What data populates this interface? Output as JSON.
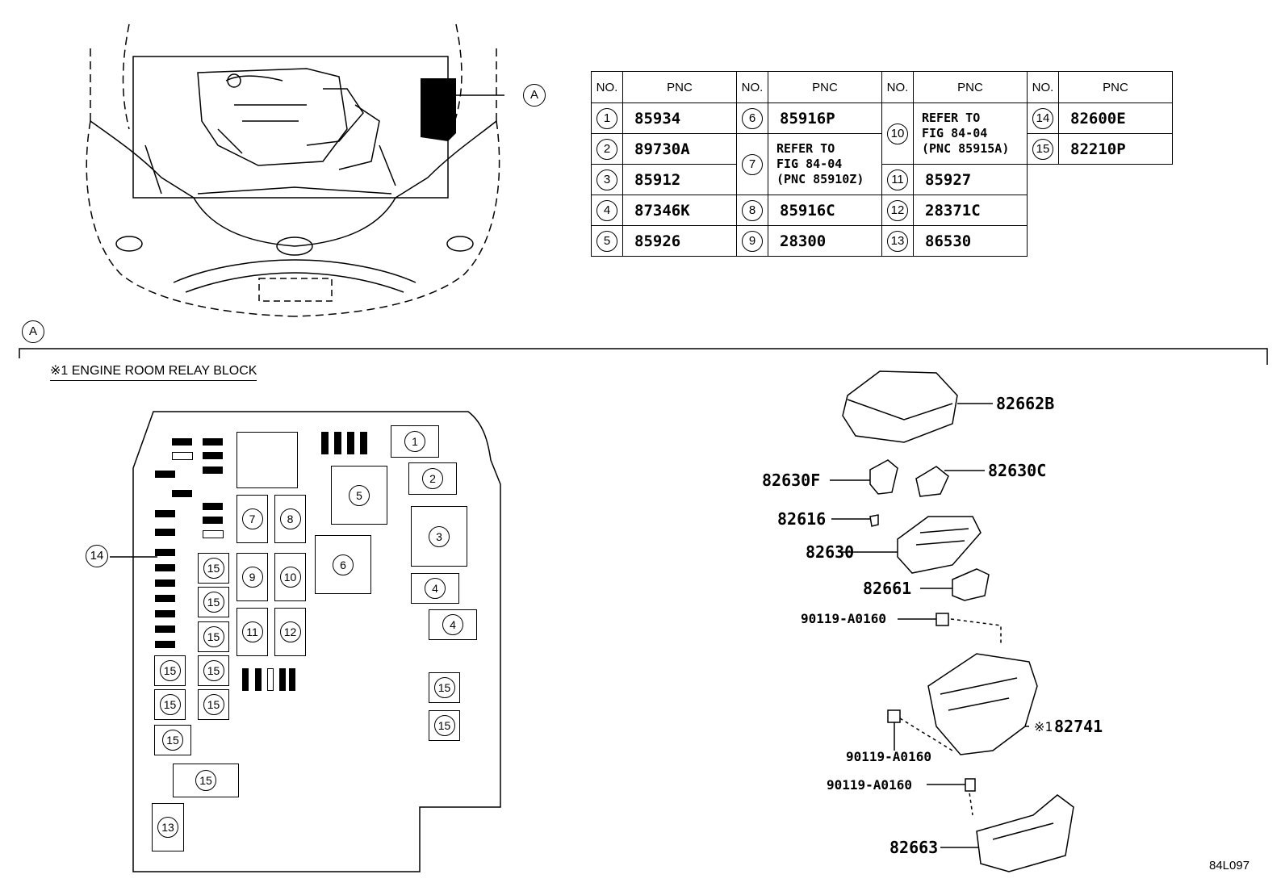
{
  "diagram_callout": "A",
  "section_marker": "A",
  "block_title": "※1 ENGINE ROOM RELAY BLOCK",
  "figure_id": "84L097",
  "table": {
    "headers": [
      {
        "no": "NO.",
        "pnc": "PNC"
      },
      {
        "no": "NO.",
        "pnc": "PNC"
      },
      {
        "no": "NO.",
        "pnc": "PNC"
      },
      {
        "no": "NO.",
        "pnc": "PNC"
      }
    ],
    "rows": [
      {
        "num": "1",
        "pnc": "85934"
      },
      {
        "num": "2",
        "pnc": "89730A"
      },
      {
        "num": "3",
        "pnc": "85912"
      },
      {
        "num": "4",
        "pnc": "87346K"
      },
      {
        "num": "5",
        "pnc": "85926"
      },
      {
        "num": "6",
        "pnc": "85916P"
      },
      {
        "num": "7",
        "pnc": "REFER TO\nFIG 84-04\n(PNC 85910Z)"
      },
      {
        "num": "8",
        "pnc": "85916C"
      },
      {
        "num": "9",
        "pnc": "28300"
      },
      {
        "num": "10",
        "pnc": "REFER TO\nFIG 84-04\n(PNC 85915A)"
      },
      {
        "num": "11",
        "pnc": "85927"
      },
      {
        "num": "12",
        "pnc": "28371C"
      },
      {
        "num": "13",
        "pnc": "86530"
      },
      {
        "num": "14",
        "pnc": "82600E"
      },
      {
        "num": "15",
        "pnc": "82210P"
      }
    ]
  },
  "relay_block": {
    "callout_14": "14",
    "boxes": [
      {
        "num": "1"
      },
      {
        "num": "2"
      },
      {
        "num": "3"
      },
      {
        "num": "4"
      },
      {
        "num": "4"
      },
      {
        "num": "5"
      },
      {
        "num": "6"
      },
      {
        "num": "7"
      },
      {
        "num": "8"
      },
      {
        "num": "9"
      },
      {
        "num": "10"
      },
      {
        "num": "11"
      },
      {
        "num": "12"
      },
      {
        "num": "13"
      },
      {
        "num": "15"
      },
      {
        "num": "15"
      },
      {
        "num": "15"
      },
      {
        "num": "15"
      },
      {
        "num": "15"
      },
      {
        "num": "15"
      },
      {
        "num": "15"
      },
      {
        "num": "15"
      },
      {
        "num": "15"
      },
      {
        "num": "15"
      },
      {
        "num": "15"
      }
    ]
  },
  "parts": {
    "cover": "82662B",
    "bracket_f": "82630F",
    "bracket_c": "82630C",
    "clip": "82616",
    "block": "82630",
    "holder": "82661",
    "bolt_1": "90119-A0160",
    "bolt_2": "90119-A0160",
    "bolt_3": "90119-A0160",
    "case_prefix": "※1",
    "case": "82741",
    "lower_cover": "82663"
  }
}
